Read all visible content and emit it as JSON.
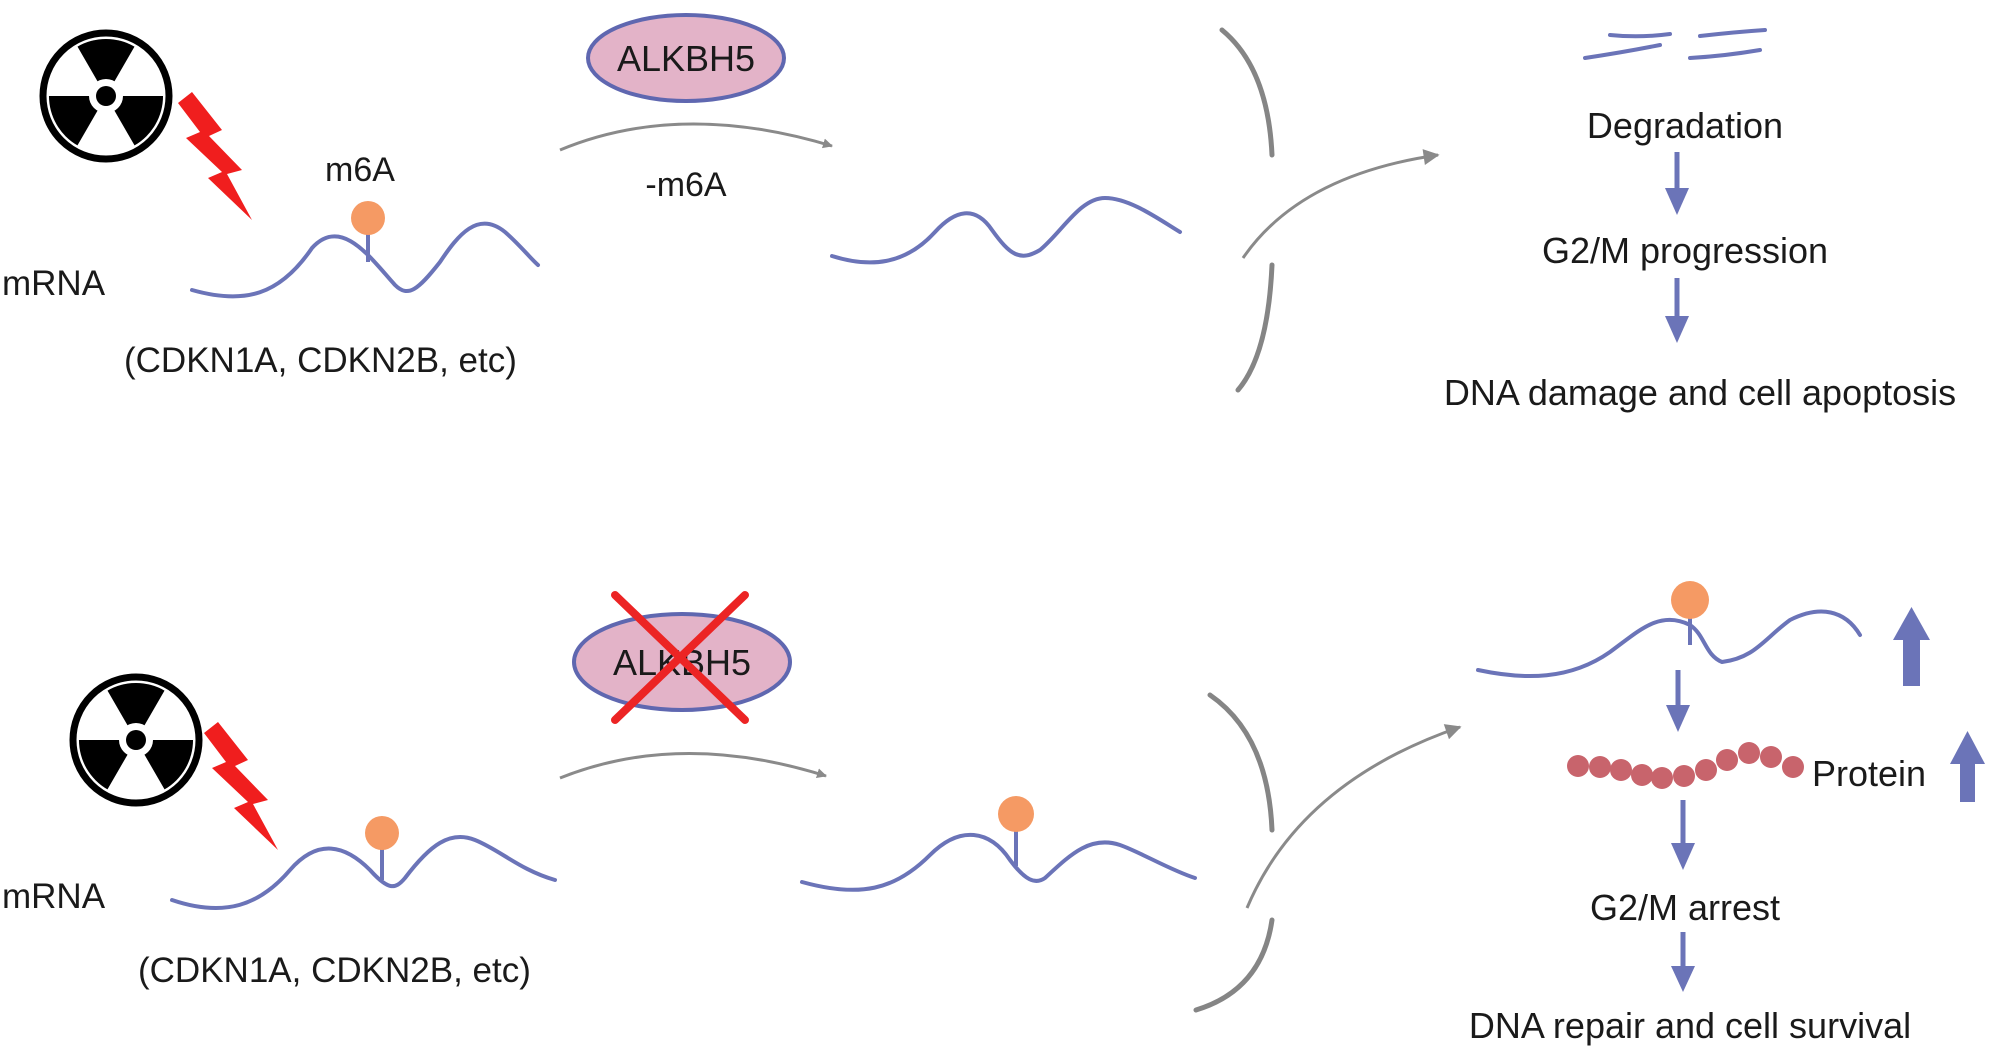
{
  "top": {
    "mrna_label": "mRNA",
    "m6a_label": "m6A",
    "genes_label": "(CDKN1A, CDKN2B, etc)",
    "enzyme_label": "ALKBH5",
    "step_label": "-m6A",
    "outcomes": [
      "Degradation",
      "G2/M progression",
      "DNA damage and cell apoptosis"
    ]
  },
  "bottom": {
    "mrna_label": "mRNA",
    "genes_label": "(CDKN1A, CDKN2B, etc)",
    "enzyme_label": "ALKBH5",
    "protein_label": "Protein",
    "outcomes": [
      "G2/M arrest",
      "DNA repair and cell survival"
    ]
  },
  "colors": {
    "mrna": "#6b74b8",
    "m6a": "#f59a64",
    "enzyme_fill": "#e3b3c8",
    "enzyme_stroke": "#5f67b0",
    "lightning": "#f01e1e",
    "cross": "#ec2424",
    "bead": "#c8646c",
    "gray_arrow": "#8a8a8a"
  },
  "icons": [
    "radiation-icon",
    "lightning-icon",
    "cross-icon",
    "up-arrow-icon"
  ]
}
